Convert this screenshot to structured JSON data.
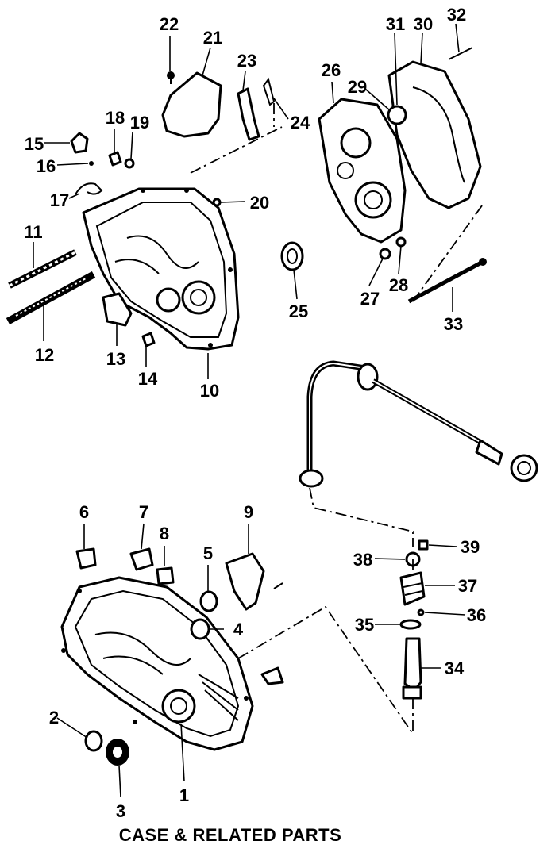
{
  "caption": "CASE & RELATED PARTS",
  "callouts": [
    "1",
    "2",
    "3",
    "4",
    "5",
    "6",
    "7",
    "8",
    "9",
    "10",
    "11",
    "12",
    "13",
    "14",
    "15",
    "16",
    "17",
    "18",
    "19",
    "20",
    "21",
    "22",
    "23",
    "24",
    "25",
    "26",
    "27",
    "28",
    "29",
    "30",
    "31",
    "32",
    "33",
    "34",
    "35",
    "36",
    "37",
    "38",
    "39"
  ]
}
